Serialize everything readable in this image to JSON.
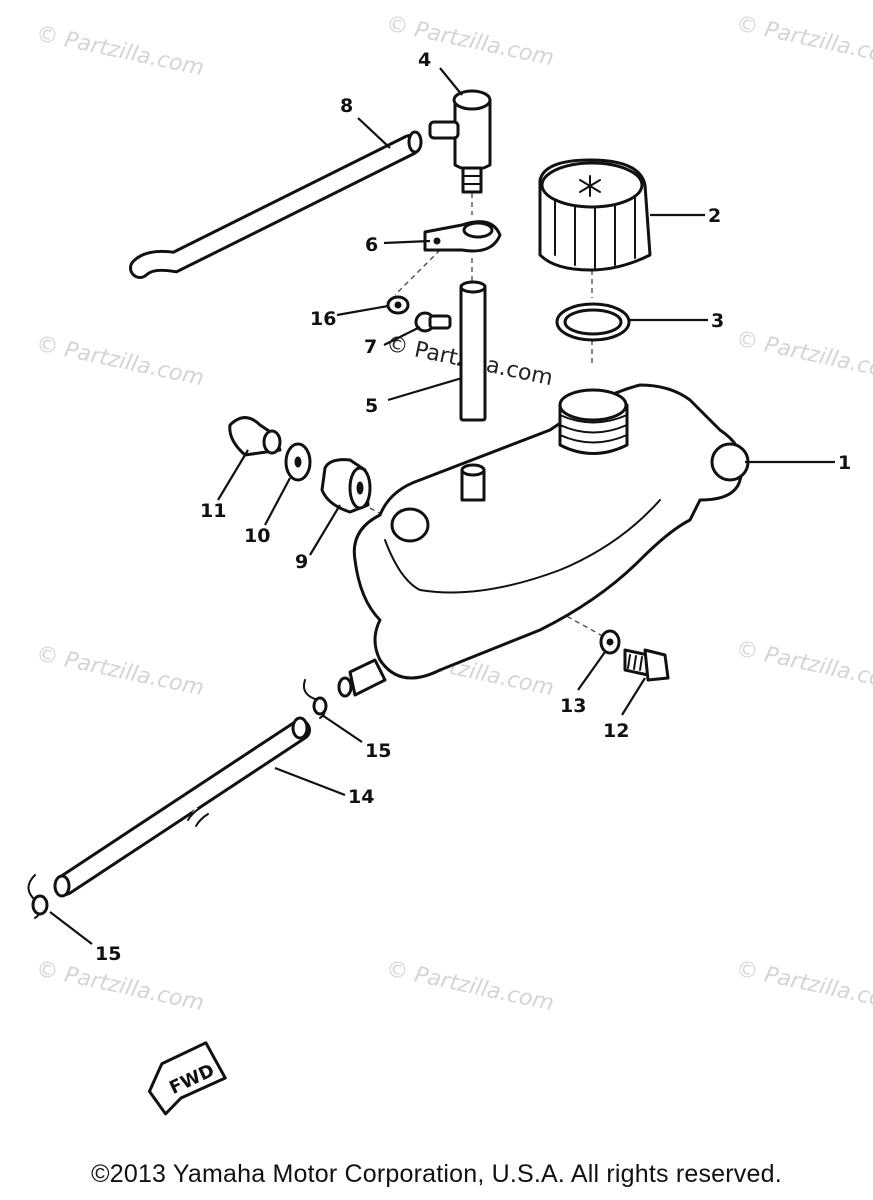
{
  "watermark": {
    "text": "© Partzilla.com",
    "center_text": "© Partzilla.com"
  },
  "callouts": {
    "p1": "1",
    "p2": "2",
    "p3": "3",
    "p4": "4",
    "p5": "5",
    "p6": "6",
    "p7": "7",
    "p8": "8",
    "p9": "9",
    "p10": "10",
    "p11": "11",
    "p12": "12",
    "p13": "13",
    "p14": "14",
    "p15a": "15",
    "p15b": "15",
    "p16": "16"
  },
  "fwd_label": "FWD",
  "copyright": "©2013 Yamaha Motor Corporation, U.S.A. All rights reserved."
}
